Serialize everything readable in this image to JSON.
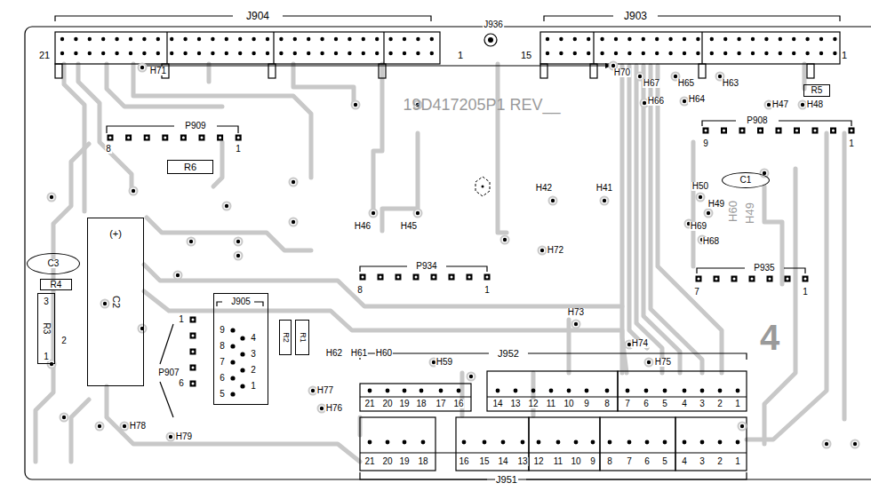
{
  "diagram": {
    "nodes": [
      {
        "text": [
          "R6"
        ]
      },
      {
        "text": [
          "R5"
        ]
      },
      {
        "text": [
          "C1"
        ]
      },
      {
        "text": [
          "C3"
        ]
      },
      {
        "text": [
          "R4"
        ]
      },
      {
        "text": [
          "(+)",
          "C2"
        ]
      },
      {
        "text": [
          "R3"
        ]
      },
      {
        "text": [
          "R2"
        ]
      },
      {
        "text": [
          "R1"
        ]
      },
      {
        "text": [
          "J905"
        ]
      }
    ],
    "labels": [
      "J904",
      "J903",
      "J936",
      "21",
      "1",
      "15",
      "1",
      "H71",
      "H70",
      "H63",
      "H65",
      "H67",
      "H64",
      "H66",
      "H47",
      "H48",
      "19D417205P1 REV__",
      "P909",
      "8",
      "1",
      "P908",
      "9",
      "1",
      "H42",
      "H41",
      "H50",
      "H49",
      "H60",
      "H49",
      "H69",
      "H68",
      "H46",
      "H45",
      "P934",
      "8",
      "1",
      "H72",
      "P935",
      "7",
      "1",
      "H73",
      "H74",
      "H75",
      "J952",
      "H62",
      "H61",
      "H60",
      "H59",
      "H77",
      "H76",
      "21",
      "20",
      "19",
      "18",
      "17",
      "16",
      "14",
      "13",
      "12",
      "11",
      "10",
      "9",
      "8",
      "7",
      "6",
      "5",
      "4",
      "3",
      "2",
      "1",
      "21",
      "20",
      "19",
      "18",
      "16",
      "15",
      "14",
      "13",
      "12",
      "11",
      "10",
      "9",
      "8",
      "7",
      "6",
      "5",
      "4",
      "3",
      "2",
      "1",
      "J951",
      "P907",
      "1",
      "6",
      "9",
      "4",
      "8",
      "3",
      "7",
      "2",
      "6",
      "1",
      "5",
      "H78",
      "H79",
      "4",
      "3",
      "2",
      "1"
    ]
  }
}
